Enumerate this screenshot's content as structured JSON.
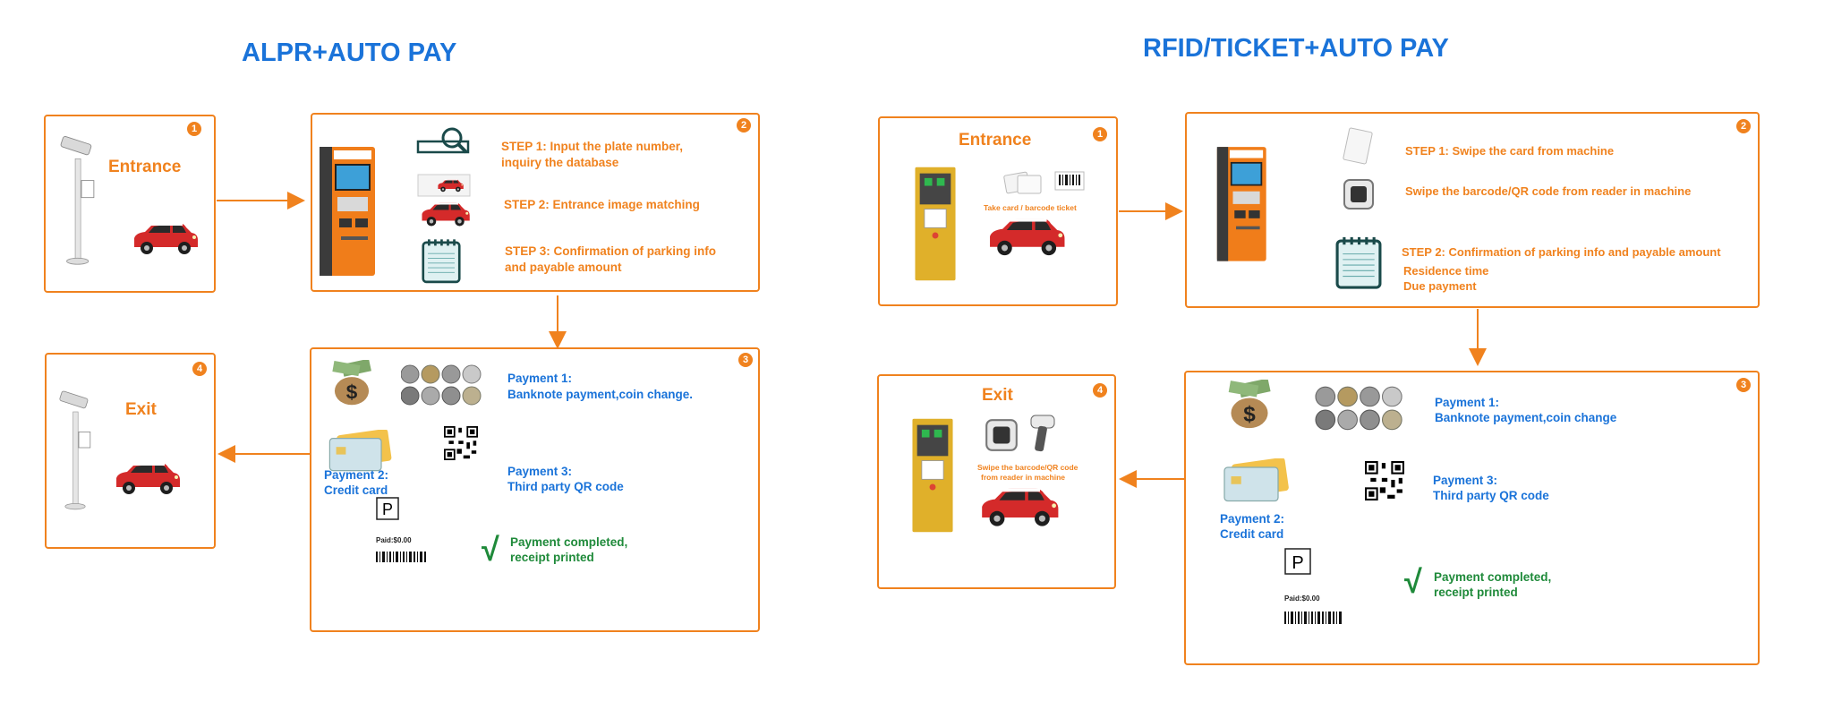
{
  "titles": {
    "left": "ALPR+AUTO PAY",
    "right": "RFID/TICKET+AUTO PAY"
  },
  "left": {
    "entrance": {
      "badge": "1",
      "label": "Entrance"
    },
    "kiosk": {
      "badge": "2",
      "step1": [
        "STEP 1: Input the plate number,",
        "inquiry the database"
      ],
      "step2": "STEP 2: Entrance image matching",
      "step3": [
        "STEP 3: Confirmation of parking info",
        "and payable amount"
      ]
    },
    "payment": {
      "badge": "3",
      "payment1": [
        "Payment 1:",
        "Banknote payment,coin change."
      ],
      "payment2": [
        "Payment 2:",
        "Credit card"
      ],
      "payment3": [
        "Payment 3:",
        "Third party QR code"
      ],
      "completed": [
        "Payment completed,",
        "receipt printed"
      ],
      "receipt_paid": "Paid:$0.00"
    },
    "exit": {
      "badge": "4",
      "label": "Exit"
    }
  },
  "right": {
    "entrance": {
      "badge": "1",
      "label": "Entrance",
      "ticket_caption": "Take card / barcode ticket"
    },
    "kiosk": {
      "badge": "2",
      "step1": "STEP 1: Swipe the card from machine",
      "step1b": "Swipe the barcode/QR code from reader in machine",
      "step2": "STEP 2: Confirmation of parking info and payable amount",
      "residence": "Residence time",
      "due": "Due payment"
    },
    "payment": {
      "badge": "3",
      "payment1": [
        "Payment 1:",
        "Banknote payment,coin change"
      ],
      "payment2": [
        "Payment 2:",
        "Credit card"
      ],
      "payment3": [
        "Payment 3:",
        "Third party QR code"
      ],
      "completed": [
        "Payment completed,",
        "receipt printed"
      ],
      "receipt_paid": "Paid:$0.00"
    },
    "exit": {
      "badge": "4",
      "label": "Exit",
      "reader_caption": [
        "Swipe the barcode/QR code",
        "from reader in machine"
      ]
    }
  },
  "colors": {
    "border": "#f0821e",
    "title": "#1a73d9",
    "green": "#1f8a3a",
    "kiosk": "#f07d1a",
    "gate": "#e0b02a",
    "car": "#d42a2a"
  },
  "icons": [
    "camera-pole-icon",
    "car-icon",
    "kiosk-icon",
    "magnifier-icon",
    "notepad-icon",
    "money-bag-icon",
    "coins-icon",
    "credit-card-icon",
    "qr-code-icon",
    "receipt-icon",
    "check-icon",
    "gate-machine-icon",
    "rfid-card-icon",
    "barcode-reader-icon"
  ]
}
